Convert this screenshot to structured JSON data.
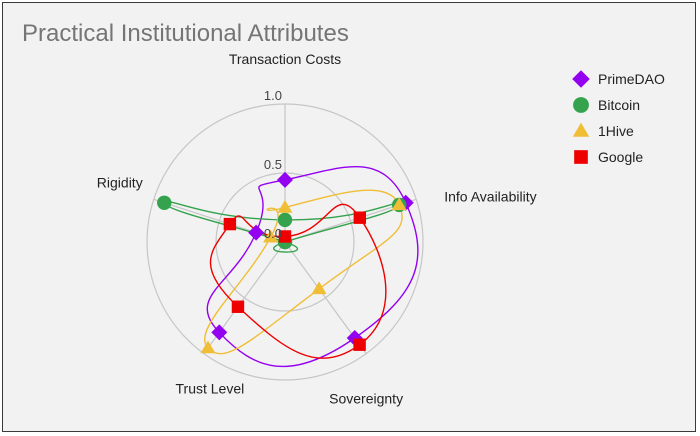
{
  "chart_data": {
    "type": "radar",
    "title": "Practical Institutional Attributes",
    "axes": [
      "Transaction Costs",
      "Info Availability",
      "Sovereignty",
      "Trust Level",
      "Rigidity"
    ],
    "rlim": [
      0,
      1
    ],
    "ring_labels": [
      "0.0",
      "0.5",
      "1.0"
    ],
    "grid": true,
    "legend_position": "top-right",
    "series": [
      {
        "name": "PrimeDAO",
        "color": "#9400f0",
        "marker": "diamond",
        "values": [
          0.45,
          0.92,
          0.86,
          0.81,
          0.22
        ]
      },
      {
        "name": "Bitcoin",
        "color": "#35a34e",
        "marker": "circle",
        "values": [
          0.16,
          0.87,
          0.0,
          0.0,
          0.92
        ]
      },
      {
        "name": "1Hive",
        "color": "#f0be35",
        "marker": "triangle",
        "values": [
          0.25,
          0.87,
          0.42,
          0.95,
          0.11
        ]
      },
      {
        "name": "Google",
        "color": "#ee0000",
        "marker": "square",
        "values": [
          0.04,
          0.57,
          0.92,
          0.58,
          0.42
        ]
      }
    ]
  }
}
